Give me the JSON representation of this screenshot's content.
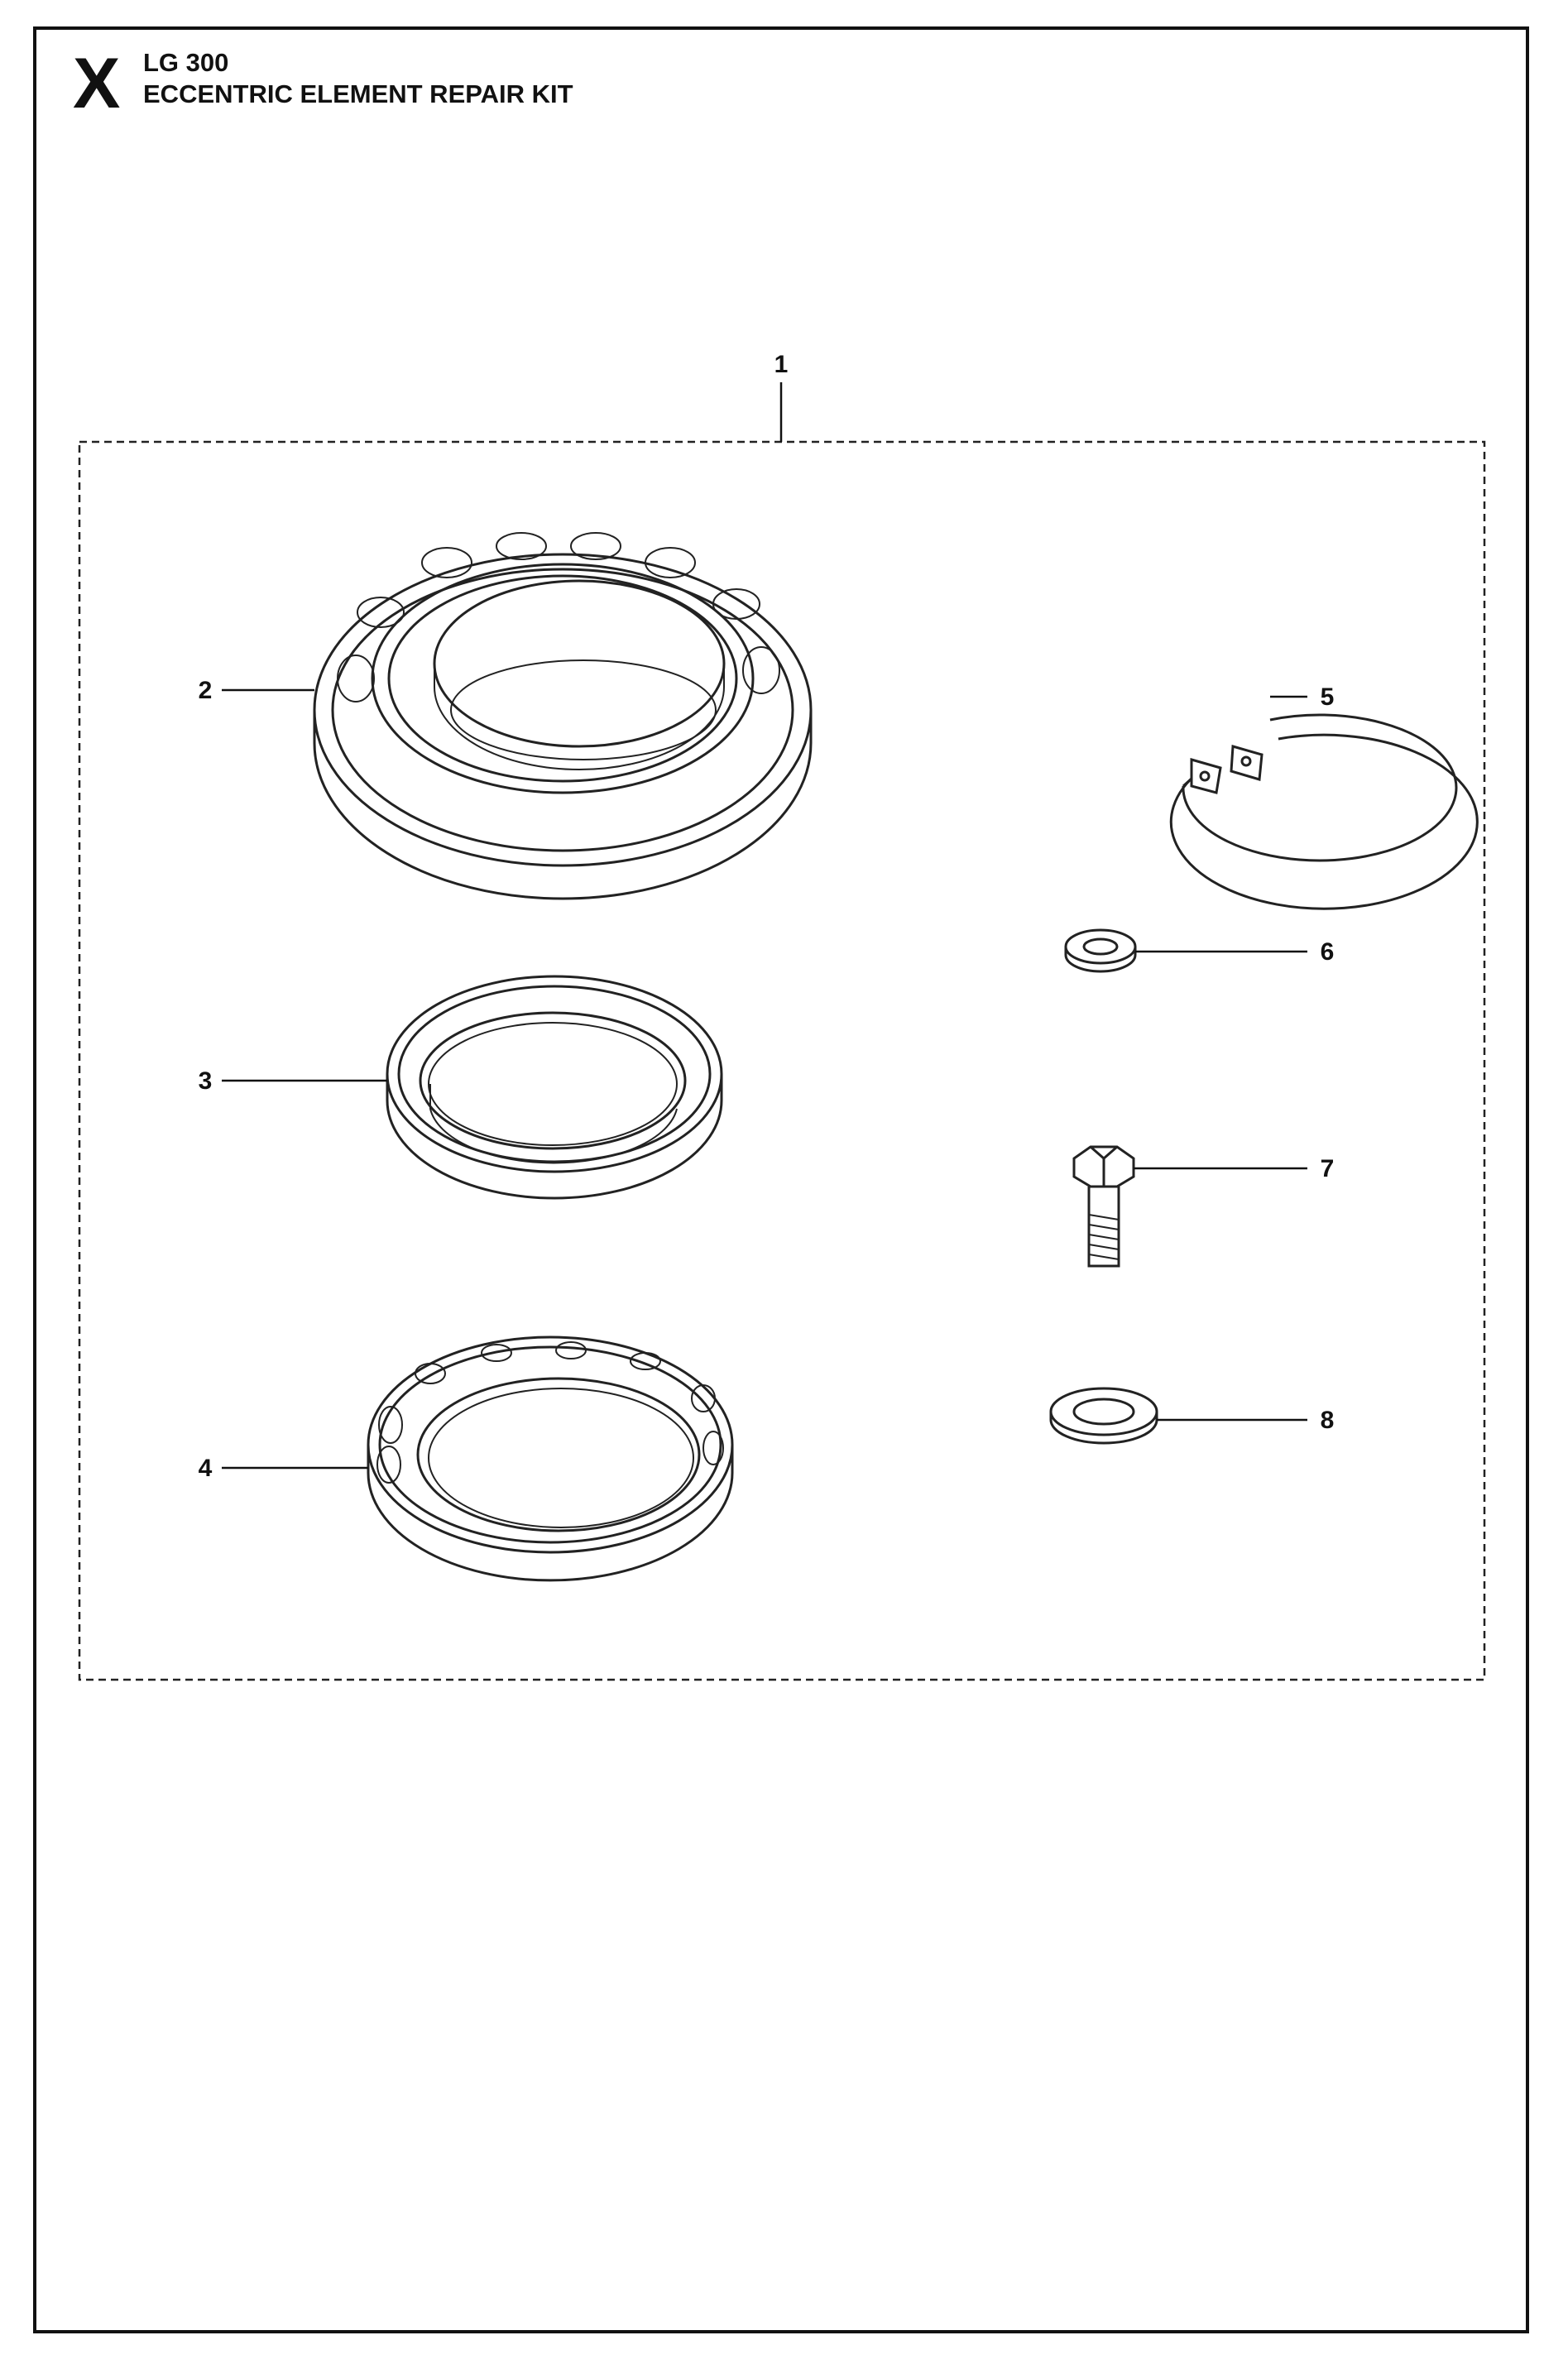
{
  "header": {
    "section_letter": "X",
    "model": "LG 300",
    "title": "ECCENTRIC ELEMENT REPAIR KIT"
  },
  "callouts": {
    "kit": "1",
    "roller_bearing": "2",
    "seal_ring": "3",
    "ball_bearing": "4",
    "circlip": "5",
    "small_washer": "6",
    "bolt": "7",
    "large_washer": "8"
  }
}
